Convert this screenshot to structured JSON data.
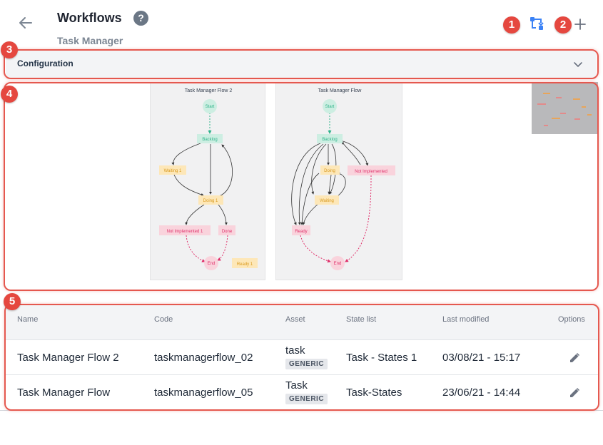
{
  "header": {
    "title": "Workflows",
    "help_symbol": "?",
    "subtitle": "Task Manager"
  },
  "badges": [
    "1",
    "2",
    "3",
    "4",
    "5"
  ],
  "configuration": {
    "label": "Configuration"
  },
  "flows": [
    {
      "title": "Task Manager Flow 2",
      "states": {
        "start": "Start",
        "backlog": "Backlog",
        "waiting": "Waiting 1",
        "doing": "Doing 1",
        "not_implemented": "Not Implemented 1",
        "done": "Done",
        "end": "End",
        "ready": "Ready 1"
      }
    },
    {
      "title": "Task Manager Flow",
      "states": {
        "start": "Start",
        "backlog": "Backlog",
        "doing": "Doing",
        "not_implemented": "Not Implemented",
        "waiting": "Waiting",
        "ready": "Ready",
        "end": "End"
      }
    }
  ],
  "table": {
    "headers": {
      "name": "Name",
      "code": "Code",
      "asset": "Asset",
      "state_list": "State list",
      "last_modified": "Last modified",
      "options": "Options"
    },
    "rows": [
      {
        "name": "Task Manager Flow 2",
        "code": "taskmanagerflow_02",
        "asset": "task",
        "asset_type": "GENERIC",
        "state_list": "Task - States 1",
        "last_modified": "03/08/21 - 15:17"
      },
      {
        "name": "Task Manager Flow",
        "code": "taskmanagerflow_05",
        "asset": "Task",
        "asset_type": "GENERIC",
        "state_list": "Task-States",
        "last_modified": "23/06/21 - 14:44"
      }
    ]
  },
  "colors": {
    "highlight": "#e5584f",
    "badge": "#e5473f",
    "accent_blue": "#3b82f6",
    "state_green": "#cdeee2",
    "state_yellow": "#fde7b8",
    "state_red": "#f9d3dc"
  }
}
